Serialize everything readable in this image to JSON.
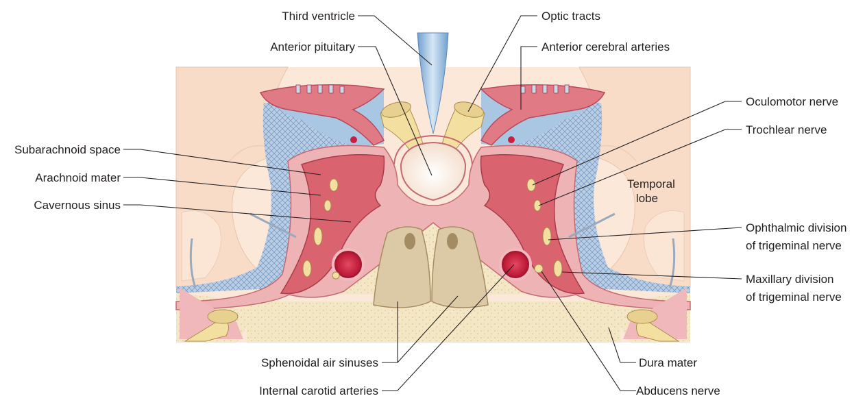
{
  "labels": {
    "third_ventricle": "Third ventricle",
    "anterior_pituitary": "Anterior pituitary",
    "optic_tracts": "Optic tracts",
    "anterior_cerebral_arteries": "Anterior cerebral arteries",
    "oculomotor_nerve": "Oculomotor nerve",
    "trochlear_nerve": "Trochlear nerve",
    "temporal_lobe_1": "Temporal",
    "temporal_lobe_2": "lobe",
    "ophthalmic_1": "Ophthalmic division",
    "ophthalmic_2": "of trigeminal nerve",
    "maxillary_1": "Maxillary division",
    "maxillary_2": "of trigeminal nerve",
    "subarachnoid_space": "Subarachnoid space",
    "arachnoid_mater": "Arachnoid mater",
    "cavernous_sinus": "Cavernous sinus",
    "sphenoidal_air_sinuses": "Sphenoidal air sinuses",
    "internal_carotid_arteries": "Internal carotid arteries",
    "dura_mater": "Dura mater",
    "abducens_nerve": "Abducens nerve"
  },
  "colors": {
    "skin": "#fbe6d6",
    "brain": "#f7d7c2",
    "sinus_red": "#d9636e",
    "artery_red": "#c8203d",
    "dura_pink": "#eaa9ad",
    "arachnoid_blue": "#a9c3dd",
    "bone": "#f3e6c3",
    "air_sinus": "#d9c7a5",
    "nerve_yellow": "#f3dfa0",
    "stalk_blue": "#8fb5d8"
  }
}
